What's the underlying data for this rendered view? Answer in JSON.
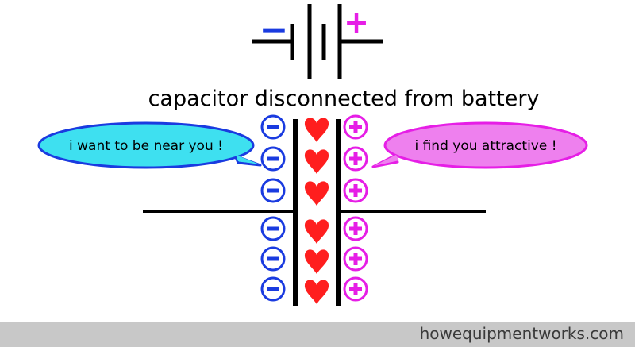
{
  "title": "capacitor disconnected from battery",
  "left_bubble": "i want to be near you !",
  "right_bubble": "i find you attractive !",
  "battery_negative_sign": "−",
  "battery_positive_sign": "+",
  "plate_signs": {
    "negative": "−",
    "positive": "+"
  },
  "charge_pairs": 6,
  "footer": "howequipmentworks.com",
  "colors": {
    "negative": "#1a3be0",
    "positive": "#e61ee6",
    "heart": "#ff1e1e",
    "left_bubble_fill": "#3ee0f0",
    "right_bubble_fill": "#ee80ee",
    "footer_bg": "#c8c8c8"
  }
}
